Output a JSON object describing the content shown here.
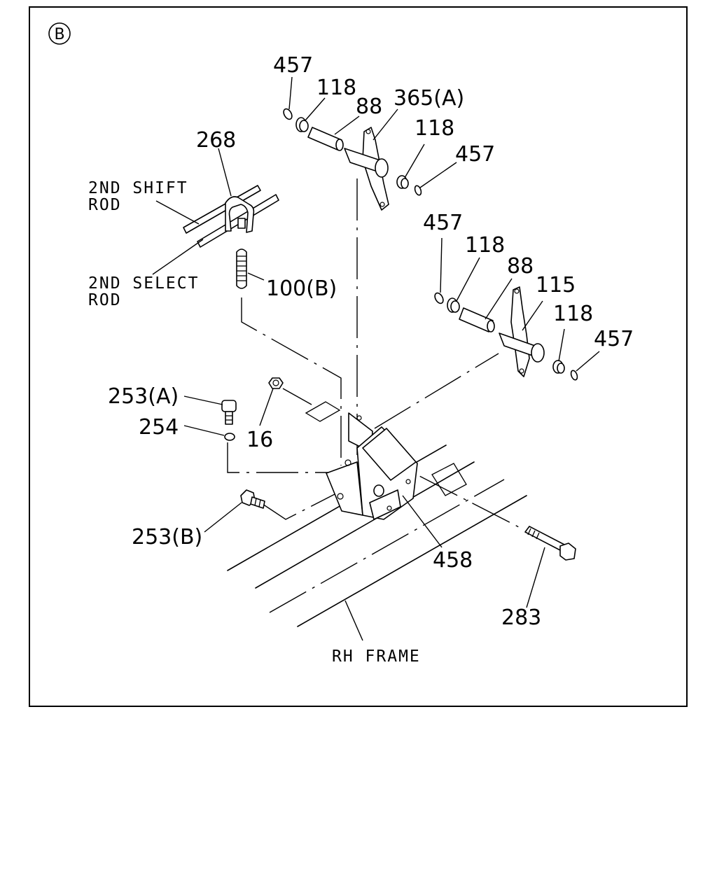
{
  "view_marker": "B",
  "captions": {
    "shift_rod_line1": "2ND SHIFT",
    "shift_rod_line2": "ROD",
    "select_rod_line1": "2ND SELECT",
    "select_rod_line2": "ROD",
    "frame": "RH FRAME"
  },
  "callouts": {
    "c457_top": "457",
    "c118_top": "118",
    "c88_top": "88",
    "c365a": "365(A)",
    "c118_top2": "118",
    "c457_top2": "457",
    "c268": "268",
    "c100b": "100(B)",
    "c457_mid": "457",
    "c118_mid": "118",
    "c88_mid": "88",
    "c115": "115",
    "c118_mid2": "118",
    "c457_mid2": "457",
    "c253a": "253(A)",
    "c254": "254",
    "c16": "16",
    "c253b": "253(B)",
    "c458": "458",
    "c283": "283"
  }
}
